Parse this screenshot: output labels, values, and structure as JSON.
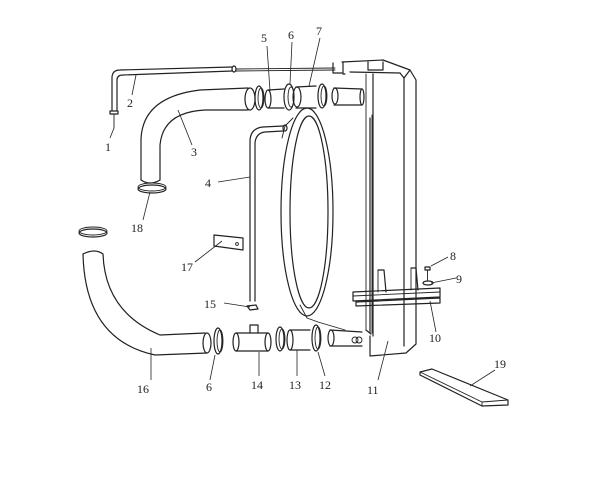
{
  "callouts": [
    {
      "id": "c1",
      "text": "1"
    },
    {
      "id": "c2",
      "text": "2"
    },
    {
      "id": "c3",
      "text": "3"
    },
    {
      "id": "c4",
      "text": "4"
    },
    {
      "id": "c5",
      "text": "5"
    },
    {
      "id": "c6a",
      "text": "6"
    },
    {
      "id": "c6b",
      "text": "6"
    },
    {
      "id": "c7",
      "text": "7"
    },
    {
      "id": "c8",
      "text": "8"
    },
    {
      "id": "c9",
      "text": "9"
    },
    {
      "id": "c10",
      "text": "10"
    },
    {
      "id": "c11",
      "text": "11"
    },
    {
      "id": "c12",
      "text": "12"
    },
    {
      "id": "c13",
      "text": "13"
    },
    {
      "id": "c14",
      "text": "14"
    },
    {
      "id": "c15",
      "text": "15"
    },
    {
      "id": "c16",
      "text": "16"
    },
    {
      "id": "c17",
      "text": "17"
    },
    {
      "id": "c18",
      "text": "18"
    },
    {
      "id": "c19",
      "text": "19"
    }
  ]
}
